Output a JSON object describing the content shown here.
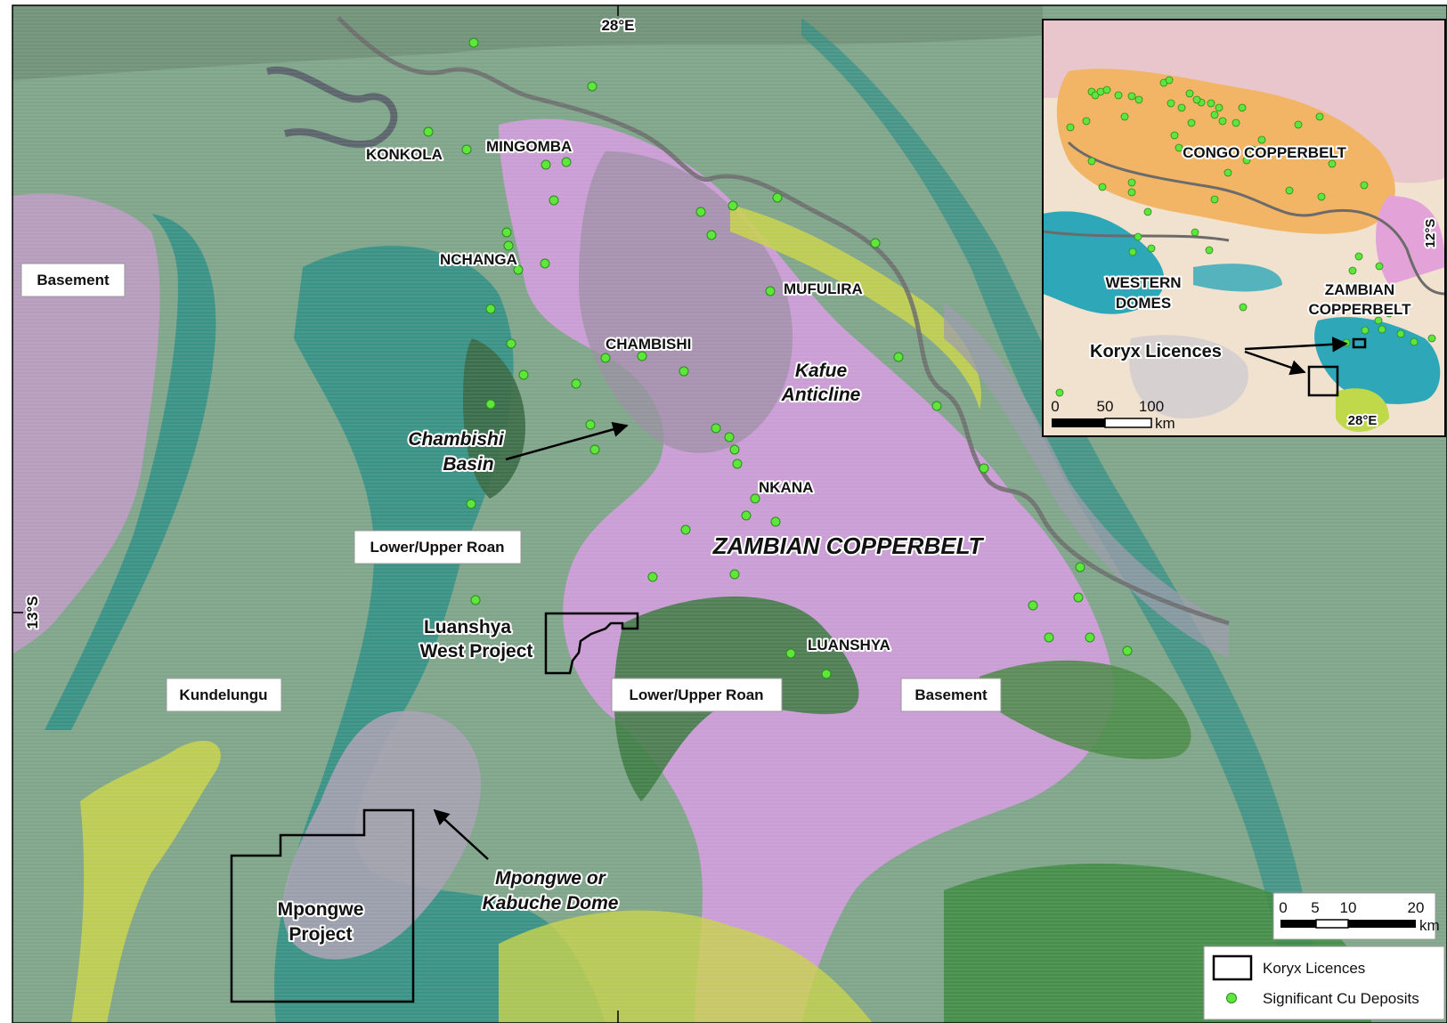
{
  "map": {
    "graticule": {
      "longitude": "28°E",
      "latitude": "13°S"
    },
    "deposits": {
      "konkola": "KONKOLA",
      "mingomba": "MINGOMBA",
      "nchanga": "NCHANGA",
      "mufulira": "MUFULIRA",
      "chambishi": "CHAMBISHI",
      "nkana": "NKANA",
      "luanshya": "LUANSHYA"
    },
    "features": {
      "chambishi_basin_line1": "Chambishi",
      "chambishi_basin_line2": "Basin",
      "kafue_line1": "Kafue",
      "kafue_line2": "Anticline",
      "zambian_copperbelt": "ZAMBIAN COPPERBELT",
      "mpongwe_line1": "Mpongwe or",
      "mpongwe_line2": "Kabuche Dome"
    },
    "projects": {
      "luanshya_west_line1": "Luanshya",
      "luanshya_west_line2": "West Project",
      "mpongwe_project_line1": "Mpongwe",
      "mpongwe_project_line2": "Project"
    },
    "geology_boxes": {
      "basement_nw": "Basement",
      "lower_upper_roan_1": "Lower/Upper Roan",
      "kundelungu": "Kundelungu",
      "lower_upper_roan_2": "Lower/Upper Roan",
      "basement_se": "Basement"
    },
    "colors": {
      "deposit_green": "#5ee63a",
      "licence_outline": "#000000",
      "metasediment_pink": "#d79be0",
      "roan_teal": "#2f8f86",
      "kundelungu_green": "#7fa58a",
      "yellow_unit": "#c8d24a"
    }
  },
  "inset": {
    "labels": {
      "congo": "CONGO COPPERBELT",
      "western_line1": "WESTERN",
      "western_line2": "DOMES",
      "zambian_line1": "ZAMBIAN",
      "zambian_line2": "COPPERBELT",
      "koryx": "Koryx Licences",
      "lon": "28°E",
      "lat": "12°S"
    },
    "scale": {
      "t0": "0",
      "t1": "50",
      "t2": "100",
      "unit": "km"
    }
  },
  "scale": {
    "t0": "0",
    "t1": "5",
    "t2": "10",
    "t3": "20",
    "unit": "km"
  },
  "legend": {
    "licences": "Koryx Licences",
    "deposits": "Significant Cu Deposits"
  }
}
